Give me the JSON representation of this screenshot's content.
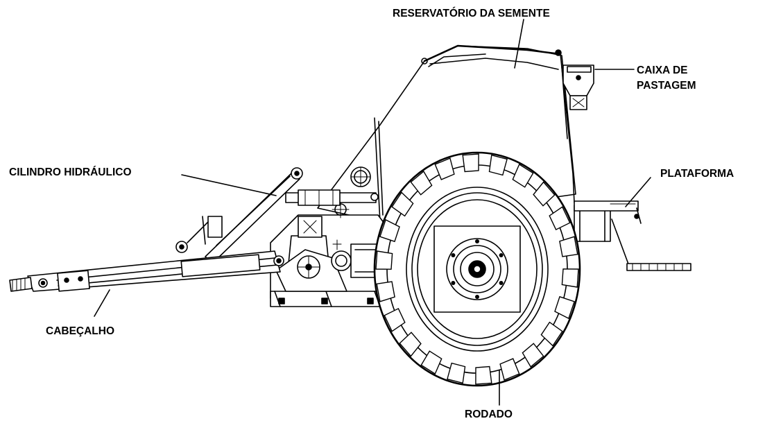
{
  "labels": {
    "reservatorio": "RESERVATÓRIO DA SEMENTE",
    "caixa_line1": "CAIXA DE",
    "caixa_line2": "PASTAGEM",
    "cilindro": "CILINDRO HIDRÁULICO",
    "plataforma": "PLATAFORMA",
    "cabecalho": "CABEÇALHO",
    "rodado": "RODADO"
  },
  "colors": {
    "line": "#000000",
    "background": "#ffffff"
  }
}
